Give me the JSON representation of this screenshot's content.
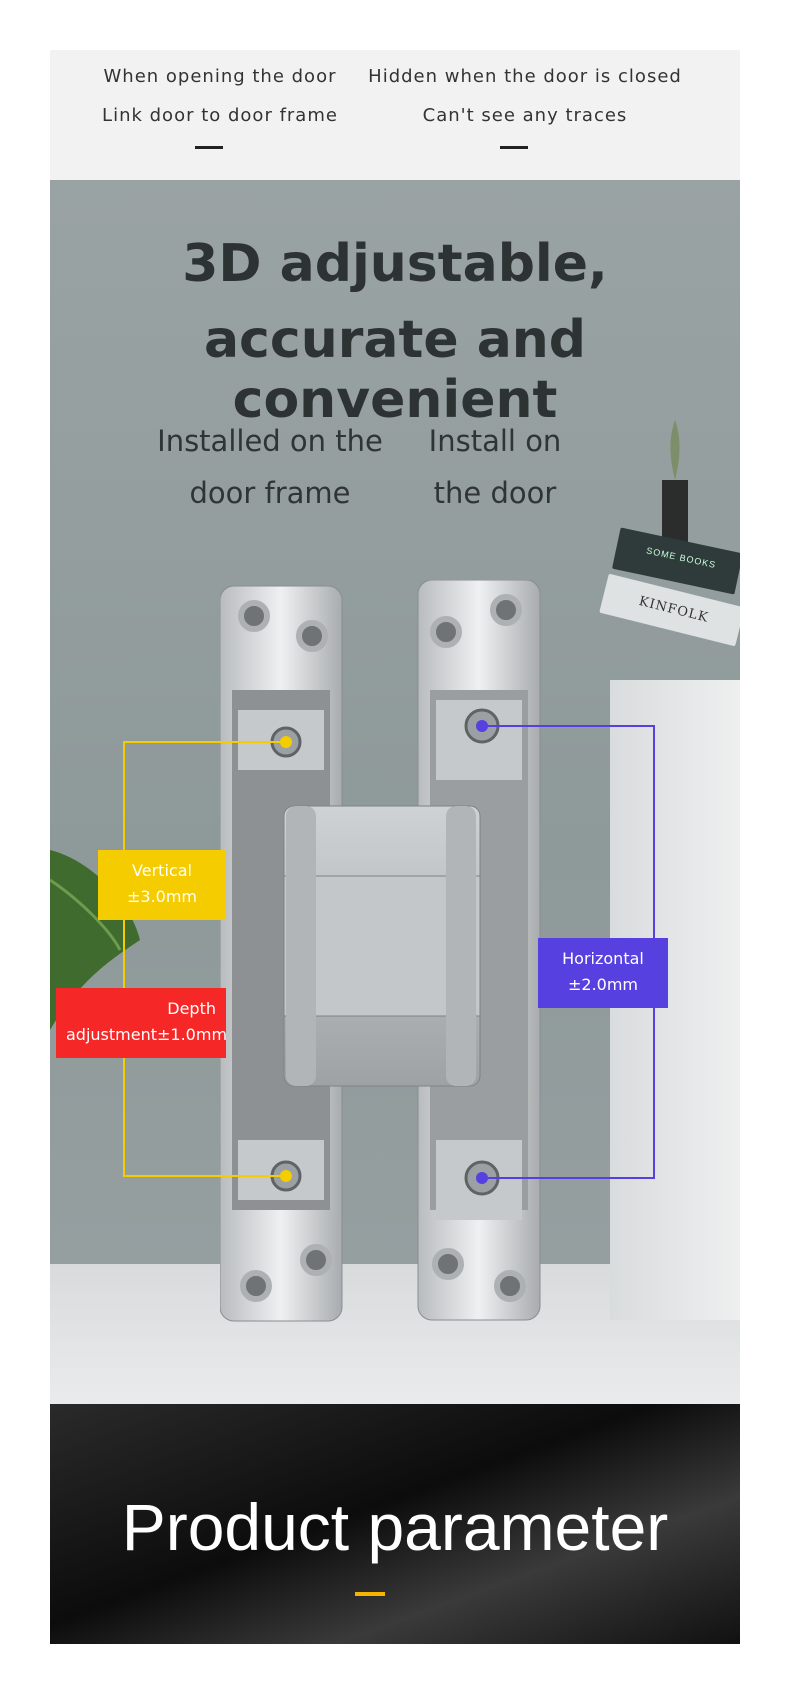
{
  "top": {
    "left_line1": "When opening the door",
    "left_line2": "Link door to door frame",
    "right_line1": "Hidden when the door is closed",
    "right_line2": "Can't see any traces"
  },
  "feature": {
    "headline_line1": "3D adjustable,",
    "headline_line2": "accurate and convenient",
    "frame_label_line1": "Installed on the",
    "frame_label_line2": "door frame",
    "door_label_line1": "Install on",
    "door_label_line2": "the door"
  },
  "callouts": {
    "vertical_line1": "Vertical",
    "vertical_line2": "±3.0mm",
    "depth_line1": "Depth",
    "depth_line2": "adjustment±1.0mm",
    "horizontal_line1": "Horizontal",
    "horizontal_line2": "±2.0mm"
  },
  "books": {
    "top_spine": "SOME BOOKS",
    "bottom_spine": "KINFOLK"
  },
  "banner": {
    "title": "Product parameter"
  },
  "colors": {
    "vertical": "#f5cc00",
    "depth": "#f52727",
    "horizontal": "#5640e0",
    "accent": "#f5b400"
  }
}
